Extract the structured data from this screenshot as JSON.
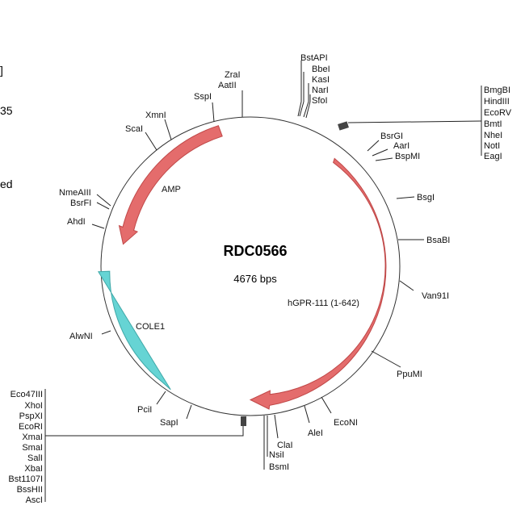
{
  "plasmid": {
    "name": "RDC0566",
    "size_label": "4676 bps"
  },
  "left_fragments": [
    "]",
    "35",
    "ed"
  ],
  "features": [
    {
      "id": "amp",
      "label": "AMP",
      "color": "#e46c6c"
    },
    {
      "id": "hgpr",
      "label": "hGPR-111 (1-642)",
      "color": "#e46c6c"
    },
    {
      "id": "cole1",
      "label": "COLE1",
      "color": "#66d4d4"
    }
  ],
  "sites": {
    "bstapi_group": [
      "BstAPI",
      "BbeI",
      "KasI",
      "NarI",
      "SfoI"
    ],
    "aatii_group": [
      "ZraI",
      "AatII"
    ],
    "sspi": "SspI",
    "xmni": "XmnI",
    "scai": "ScaI",
    "nmeaiii_group": [
      "NmeAIII",
      "BsrFI"
    ],
    "ahdi": "AhdI",
    "alwni": "AlwNI",
    "pcii": "PciI",
    "sapi": "SapI",
    "bsrgi_group": [
      "BsrGI",
      "AarI",
      "BspMI"
    ],
    "bsgi": "BsgI",
    "bsabi": "BsaBI",
    "van91i": "Van91I",
    "ppumi": "PpuMI",
    "econi": "EcoNI",
    "alei": "AleI",
    "clai": "ClaI",
    "nsi_group": [
      "NsiI",
      "BsmI"
    ],
    "mcs_top": [
      "BmgBI",
      "HindIII",
      "EcoRV",
      "BmtI",
      "NheI",
      "NotI",
      "EagI"
    ],
    "mcs_bottom": [
      "Eco47III",
      "XhoI",
      "PspXI",
      "EcoRI",
      "XmaI",
      "SmaI",
      "SalI",
      "XbaI",
      "Bst1107I",
      "BssHII",
      "AscI"
    ]
  }
}
